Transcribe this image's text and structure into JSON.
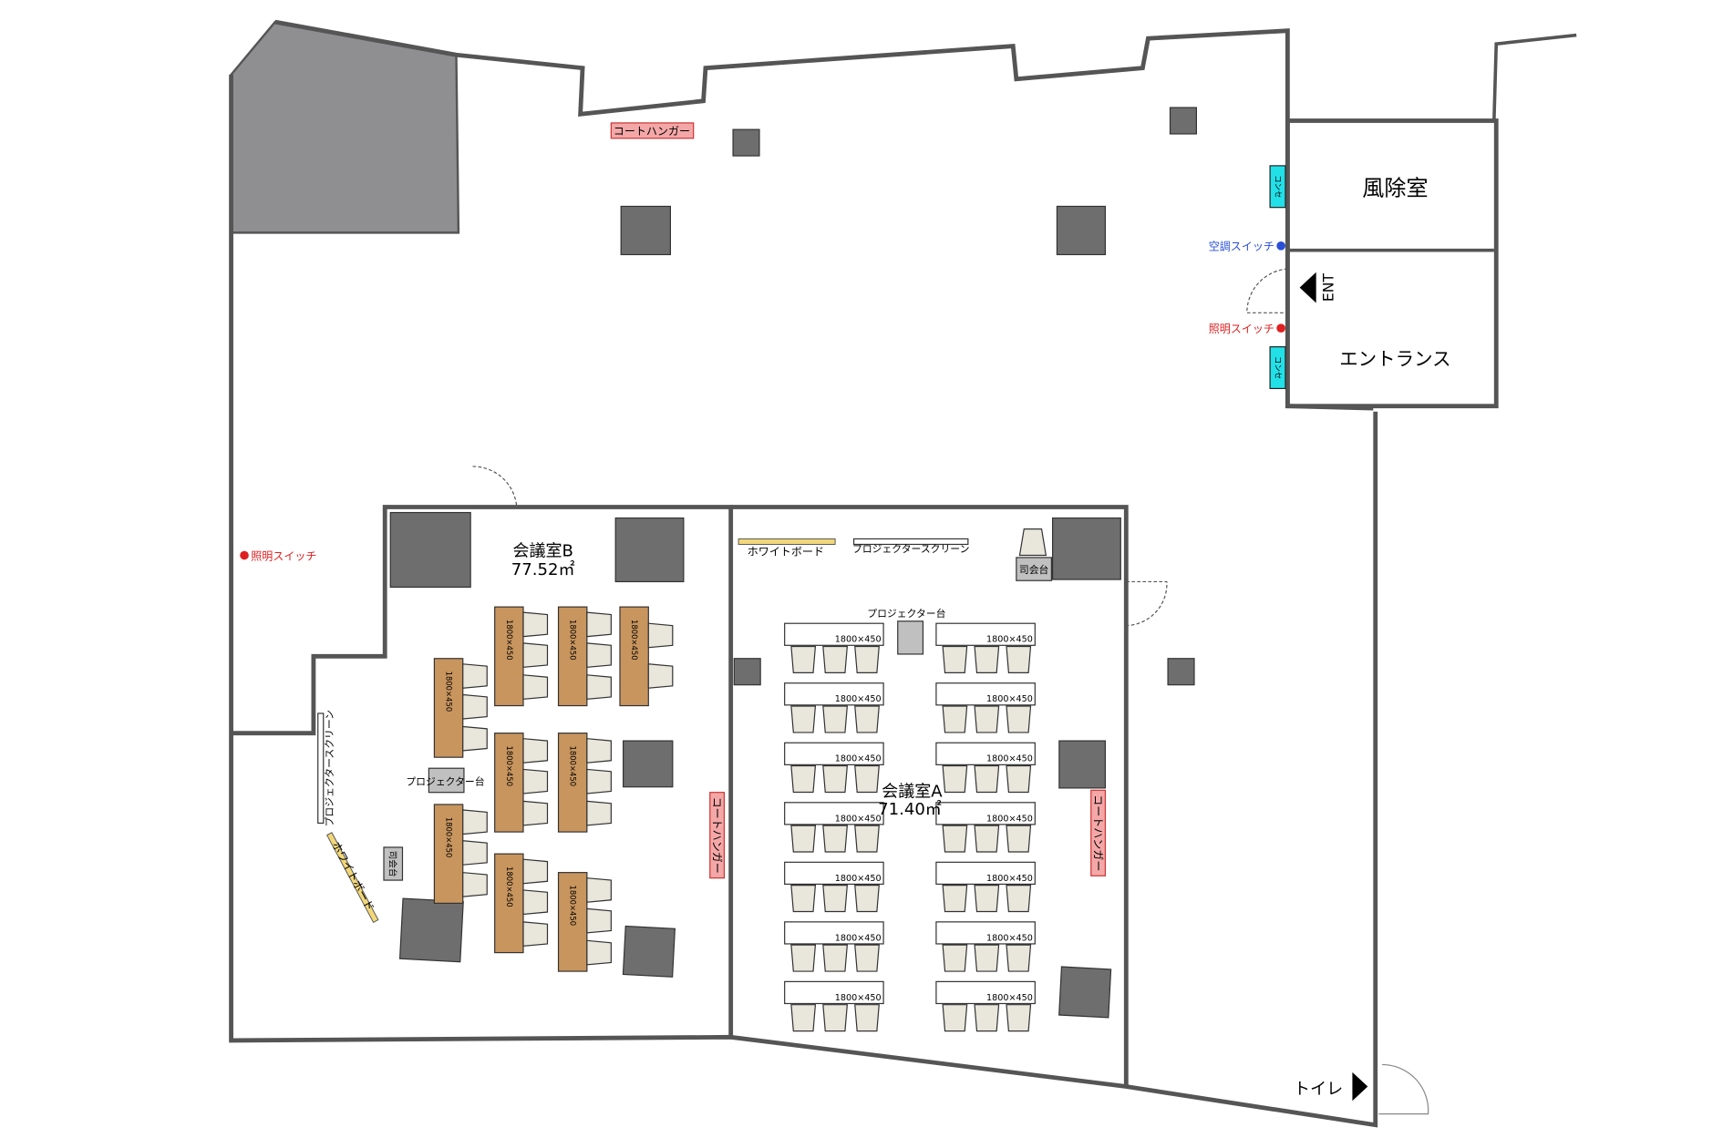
{
  "rooms": {
    "windbreak": "風除室",
    "entrance": "エントランス",
    "ent_label": "ENT",
    "room_b_name": "会議室B",
    "room_b_area": "77.52㎡",
    "room_a_name": "会議室A",
    "room_a_area": "71.40㎡",
    "toilet": "トイレ"
  },
  "fixtures": {
    "coat_hanger": "コートハンガー",
    "ac_switch": "空調スイッチ",
    "light_switch": "照明スイッチ",
    "whiteboard": "ホワイトボード",
    "projector_screen": "プロジェクタースクリーン",
    "projector_stand": "プロジェクター台",
    "podium": "司会台",
    "outlet": "コンセ"
  },
  "table_size": "1800×450",
  "colors": {
    "wall": "#8a8a8a",
    "pillar": "#6e6e6e",
    "table_b": "#c8955e",
    "chair": "#e9e6dc",
    "coat_hanger": "#f4a7a7",
    "whiteboard": "#f2d77a",
    "outlet": "#22e0e8",
    "ac_switch": "#2a4fd6",
    "light_switch": "#e02020"
  }
}
